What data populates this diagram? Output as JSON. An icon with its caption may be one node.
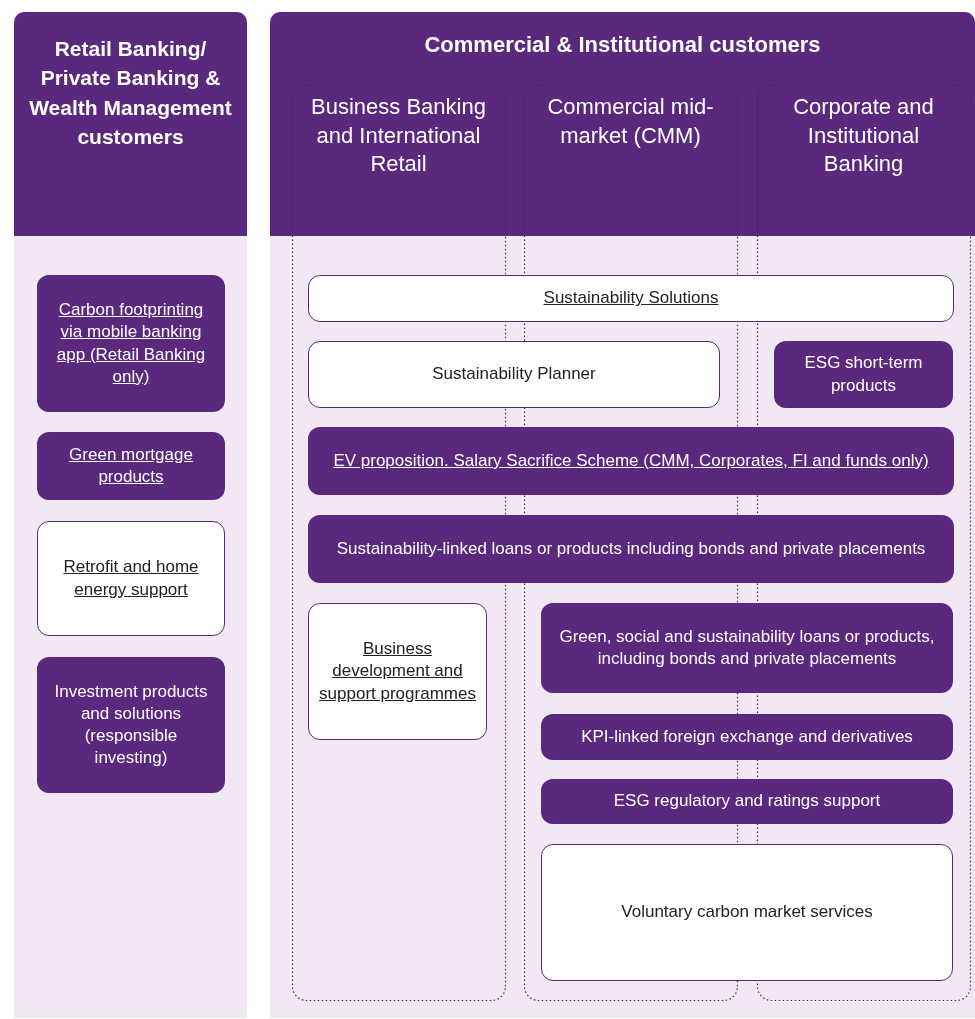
{
  "diagram": {
    "nodes": [
      {
        "text": [
          "Retail Banking/ Private Banking & Wealth Management customers"
        ]
      },
      {
        "text": [
          "Commercial & Institutional customers"
        ]
      },
      {
        "text": [
          "Business Banking and International Retail"
        ],
        "in": 1
      },
      {
        "text": [
          "Commercial mid-market (CMM)"
        ],
        "in": 1
      },
      {
        "text": [
          "Corporate and Institutional Banking"
        ],
        "in": 1
      },
      {
        "text": [
          "Carbon footprinting via mobile banking app (Retail Banking only)"
        ],
        "in": 0
      },
      {
        "text": [
          "Green mortgage products"
        ],
        "in": 0
      },
      {
        "text": [
          "Retrofit and home energy support"
        ],
        "in": 0
      },
      {
        "text": [
          "Investment products and solutions (responsible investing)"
        ],
        "in": 0
      },
      {
        "text": [
          "Sustainability Solutions"
        ],
        "in": 1
      },
      {
        "text": [
          "Sustainability Planner"
        ],
        "in": 1
      },
      {
        "text": [
          "ESG short-term products"
        ],
        "in": 1
      },
      {
        "text": [
          "EV proposition. Salary Sacrifice Scheme (CMM, Corporates, FI and funds only)"
        ],
        "in": 1
      },
      {
        "text": [
          "Sustainability-linked loans or products including bonds and private placements"
        ],
        "in": 1
      },
      {
        "text": [
          "Business development and support programmes"
        ],
        "in": 1
      },
      {
        "text": [
          "Green, social and sustainability loans or products, including bonds and private placements"
        ],
        "in": 1
      },
      {
        "text": [
          "KPI-linked foreign exchange and derivatives"
        ],
        "in": 1
      },
      {
        "text": [
          "ESG regulatory and ratings support"
        ],
        "in": 1
      },
      {
        "text": [
          "Voluntary carbon market services"
        ],
        "in": 1
      }
    ]
  }
}
